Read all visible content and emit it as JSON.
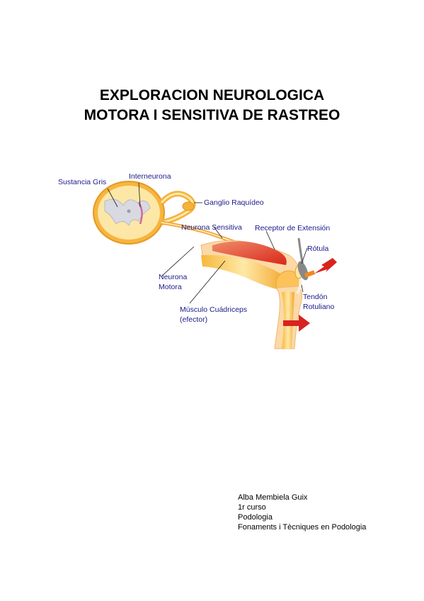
{
  "document": {
    "title_lines": [
      "EXPLORACION NEUROLOGICA",
      "MOTORA I SENSITIVA DE RASTREO"
    ]
  },
  "figure": {
    "labels": {
      "gray_matter": "Sustancia Gris",
      "interneuron": "Interneurona",
      "ganglion": "Ganglio Raquídeo",
      "sensory_neuron": "Neurona Sensitiva",
      "stretch_receptor": "Receptor de Extensión",
      "patella": "Rótula",
      "motor_neuron": [
        "Neurona",
        "Motora"
      ],
      "quadriceps": [
        "Músculo Cuádriceps",
        "(efector)"
      ],
      "patellar_tendon": [
        "Tendón",
        "Rotuliano"
      ]
    }
  },
  "author_block": {
    "lines": [
      "Alba Membiela Guix",
      "1r curso",
      "Podologia",
      "Fonaments i Tècniques en Podologia"
    ]
  }
}
